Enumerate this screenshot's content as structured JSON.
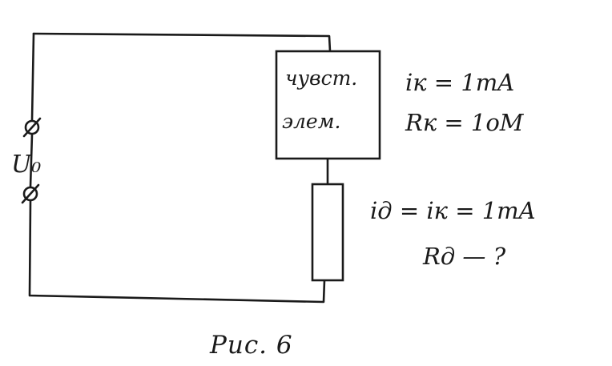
{
  "sensor_label_line1": "чувст.",
  "sensor_label_line2": "элем.",
  "voltage_label": "U₀",
  "given_current": "iк = 1mA",
  "given_resistance": "Rк = 1oM",
  "series_current": "iд = iк = 1mA",
  "unknown_resistance": "Rд — ?",
  "caption": "Рис. 6"
}
